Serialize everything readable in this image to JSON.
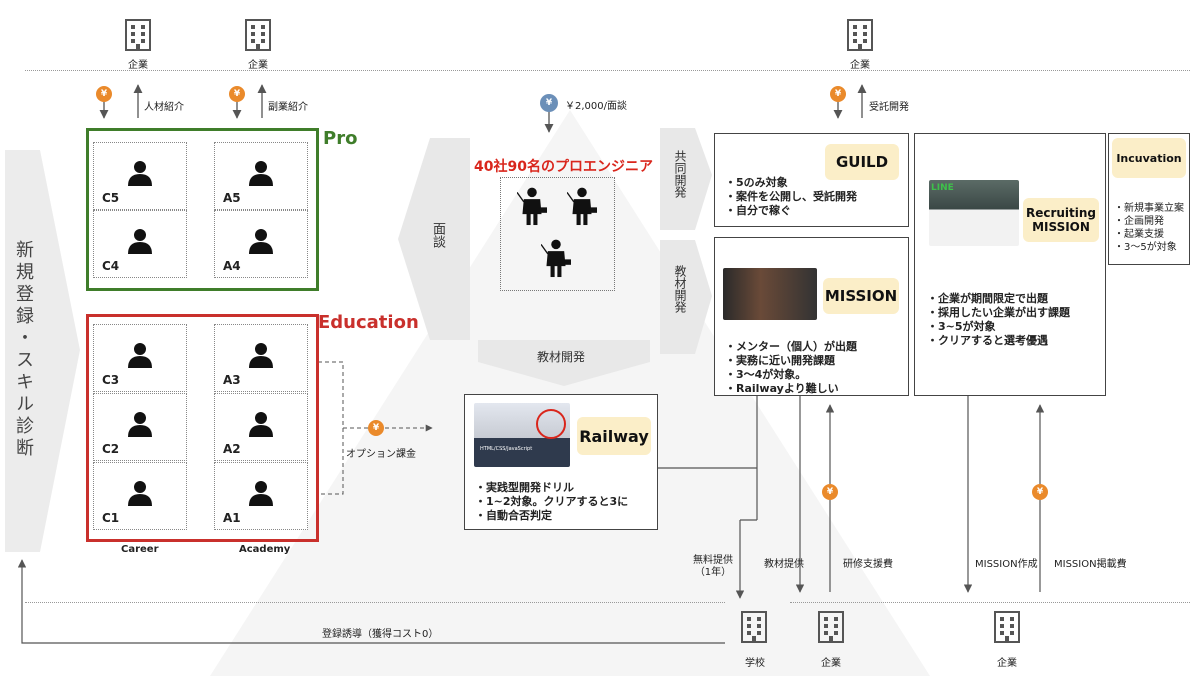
{
  "top_nodes": {
    "company_1": "企業",
    "company_2": "企業",
    "company_3": "企業",
    "label_hr": "人材紹介",
    "label_side": "副業紹介",
    "label_contract": "受託開発",
    "fee": "￥2,000/面談"
  },
  "pro": {
    "title": "Pro",
    "cells": [
      "C5",
      "A5",
      "C4",
      "A4"
    ]
  },
  "education": {
    "title": "Education",
    "cells": [
      "C3",
      "A3",
      "C2",
      "A2",
      "C1",
      "A1"
    ],
    "option_fee": "オプション課金",
    "col_career": "Career",
    "col_academy": "Academy"
  },
  "left_banner": "新規登録・スキル診断",
  "interview": "面談",
  "engineers": {
    "title": "40社90名のプロエンジニア"
  },
  "material_dev": "教材開発",
  "joint_dev": "共同開発",
  "material_dev_v": "教材開発",
  "guild": {
    "name": "GUILD",
    "bullets": [
      "・5のみ対象",
      "・案件を公開し、受託開発",
      "・自分で稼ぐ"
    ]
  },
  "mission": {
    "name": "MISSION",
    "bullets": [
      "・メンター（個人）が出題",
      "・実務に近い開発課題",
      "・3〜4が対象。",
      "・Railwayより難しい"
    ]
  },
  "railway": {
    "name": "Railway",
    "thumb_text": "HTML/CSS/JavaScript",
    "bullets": [
      "・実践型開発ドリル",
      "・1~2対象。クリアすると3に",
      "・自動合否判定"
    ]
  },
  "recruiting": {
    "name": "Recruiting\nMISSION",
    "logo": "LINE",
    "bullets": [
      "・企業が期間限定で出題",
      "・採用したい企業が出す課題",
      "・3~5が対象",
      "・クリアすると選考優遇"
    ]
  },
  "incubation": {
    "name": "Incuvation",
    "bullets": [
      "・新規事業立案",
      "・企画開発",
      "・起業支援",
      "・3〜5が対象"
    ]
  },
  "bottom": {
    "free": "無料提供\n（1年）",
    "material_provide": "教材提供",
    "training_fee": "研修支援費",
    "mission_create": "MISSION作成",
    "mission_fee": "MISSION掲載費",
    "referral": "登録誘導（獲得コスト0）",
    "school": "学校",
    "company_4": "企業",
    "company_5": "企業"
  },
  "colors": {
    "pro": "#3f7d2a",
    "education": "#c9302c",
    "yen": "#ea8a2b",
    "tag": "#fbeec8",
    "title_red": "#d9261c"
  }
}
